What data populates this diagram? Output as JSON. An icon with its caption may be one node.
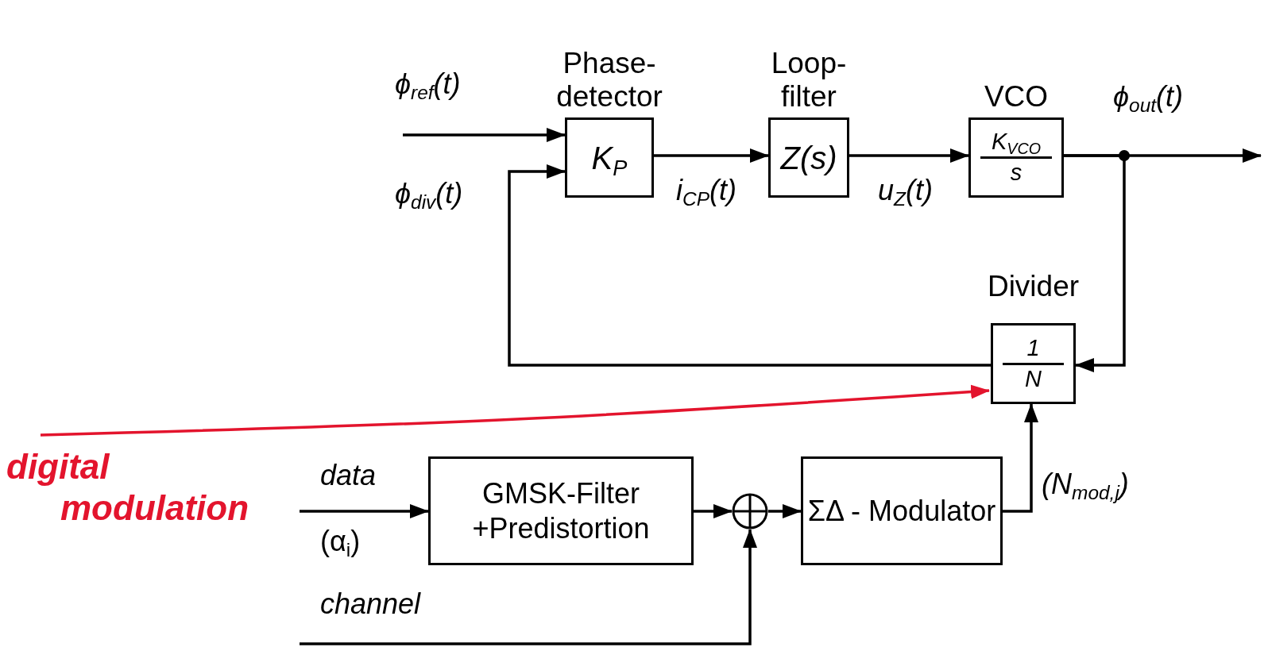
{
  "diagram": {
    "nodes": [
      {
        "text": [
          "Phase- detector",
          "K$_{P}$"
        ]
      },
      {
        "text": [
          "Loop- filter",
          "Z(s)"
        ]
      },
      {
        "text": [
          "VCO",
          "K$_{VCO}$",
          "s"
        ]
      },
      {
        "text": [
          "Divider",
          "1",
          "N"
        ]
      },
      {
        "text": [
          "digital modulation"
        ]
      },
      {
        "text": [
          "GMSK-Filter +Predistortion"
        ]
      },
      {
        "text": [],
        "shape": "circle"
      },
      {
        "text": [
          "ΣΔ - Modulator"
        ]
      }
    ],
    "edges": [
      {
        "from": null,
        "to": 0,
        "arrow": "to",
        "label": "ϕ$_{ref}$(t)"
      },
      {
        "from": 3,
        "to": 0,
        "arrow": "to",
        "label": "ϕ$_{div}$(t)"
      },
      {
        "from": 0,
        "to": 1,
        "arrow": "to",
        "label": "i$_{CP}$(t)"
      },
      {
        "from": 1,
        "to": 2,
        "arrow": "to",
        "label": "u$_{Z}$(t)"
      },
      {
        "from": 2,
        "to": null,
        "arrow": "to",
        "label": "ϕ$_{out}$(t)"
      },
      {
        "from": 2,
        "to": 3,
        "arrow": "to"
      },
      {
        "from": null,
        "to": 5,
        "arrow": "to",
        "label": "data"
      },
      {
        "from": 5,
        "to": 6,
        "arrow": "to"
      },
      {
        "from": null,
        "to": 6,
        "arrow": "to",
        "label": "channel"
      },
      {
        "from": 6,
        "to": 7,
        "arrow": "to"
      },
      {
        "from": 7,
        "to": 3,
        "arrow": "to",
        "label": "(N$_{mod,j}$)"
      },
      {
        "from": 4,
        "to": 3,
        "arrow": "to",
        "color": "#e3142d"
      }
    ],
    "labels": [
      "(α$_{i}$)"
    ]
  }
}
